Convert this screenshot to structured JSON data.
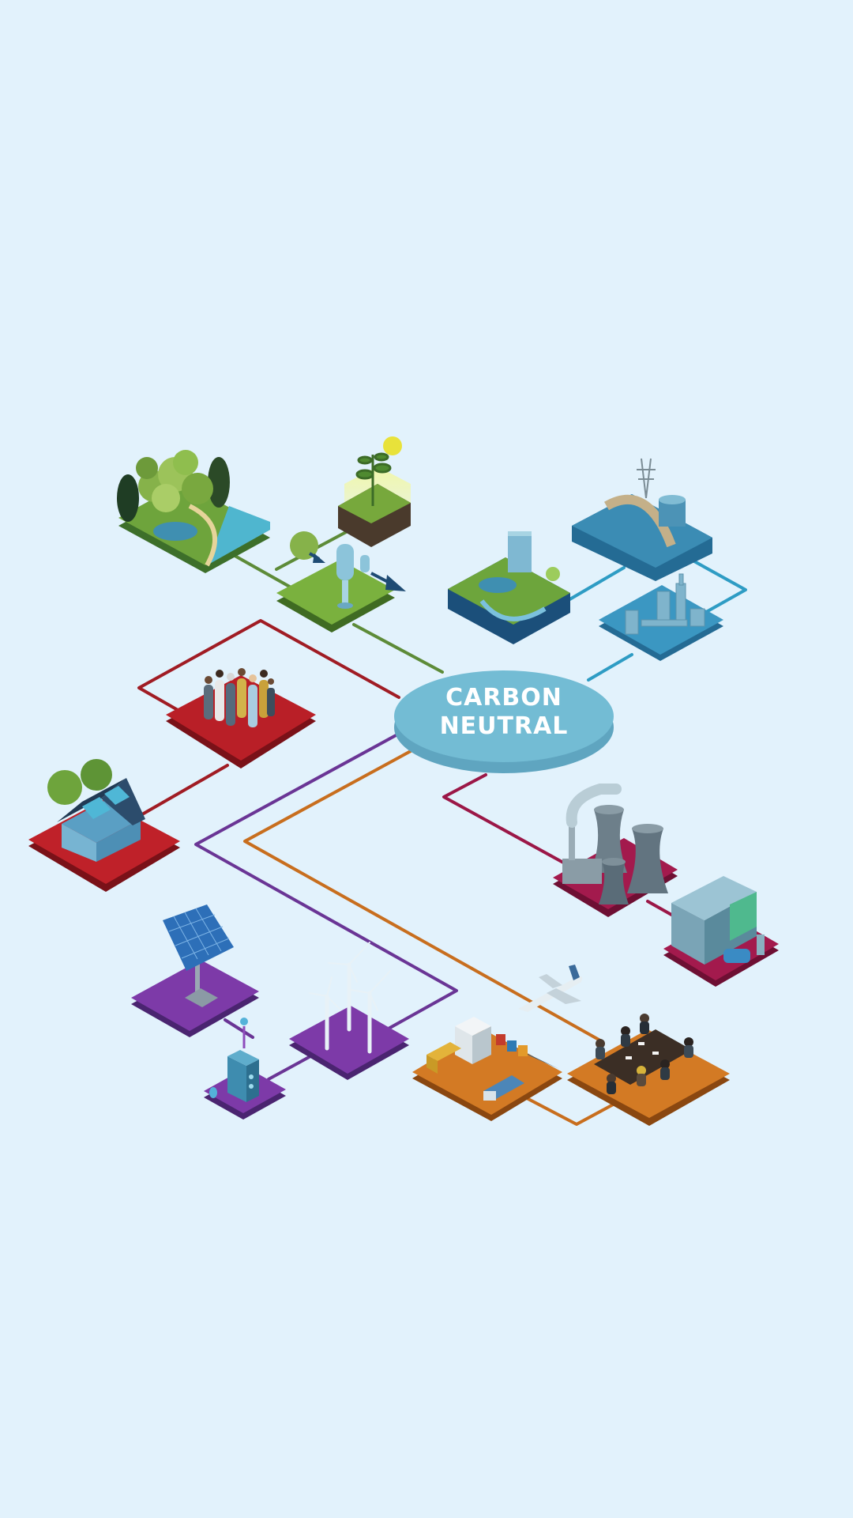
{
  "hub": {
    "line1": "CARBON",
    "line2": "NEUTRAL"
  },
  "colors": {
    "background": "#e2f2fc",
    "hub": "#6bb6cf",
    "green": "#5d8b38",
    "blue": "#2e9cc4",
    "red": "#a01c24",
    "crimson": "#9b1747",
    "purple": "#6a3595",
    "orange": "#c86e1e"
  },
  "nodes": [
    {
      "id": "forest-lake",
      "theme": "green",
      "icon": "forest-lake-icon"
    },
    {
      "id": "plant-sunlight",
      "theme": "green",
      "icon": "plant-sunlight-icon"
    },
    {
      "id": "carbon-capture",
      "theme": "green",
      "icon": "carbon-capture-icon"
    },
    {
      "id": "underground-storage",
      "theme": "blue",
      "icon": "underground-storage-icon"
    },
    {
      "id": "hydro-dam",
      "theme": "blue",
      "icon": "hydro-dam-icon"
    },
    {
      "id": "refinery",
      "theme": "blue",
      "icon": "refinery-icon"
    },
    {
      "id": "people-group",
      "theme": "red",
      "icon": "people-group-icon"
    },
    {
      "id": "solar-house",
      "theme": "red",
      "icon": "solar-house-icon"
    },
    {
      "id": "power-plant",
      "theme": "crimson",
      "icon": "power-plant-icon"
    },
    {
      "id": "office-ev-charging",
      "theme": "crimson",
      "icon": "office-ev-charging-icon"
    },
    {
      "id": "solar-panel",
      "theme": "purple",
      "icon": "solar-panel-icon"
    },
    {
      "id": "battery-storage",
      "theme": "purple",
      "icon": "battery-storage-icon"
    },
    {
      "id": "wind-turbines",
      "theme": "purple",
      "icon": "wind-turbines-icon"
    },
    {
      "id": "logistics-port",
      "theme": "orange",
      "icon": "logistics-port-icon"
    },
    {
      "id": "airplane",
      "theme": "orange",
      "icon": "airplane-icon"
    },
    {
      "id": "boardroom-meeting",
      "theme": "orange",
      "icon": "boardroom-meeting-icon"
    }
  ]
}
